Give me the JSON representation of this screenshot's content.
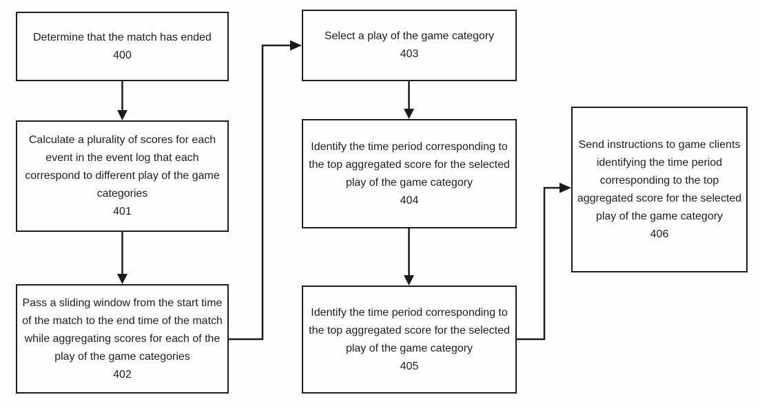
{
  "diagram": {
    "type": "flowchart",
    "background_color": "#fefefe",
    "line_color": "#1b1b1b",
    "boxes": [
      {
        "id": "400",
        "lines": [
          "Determine that the match has ended"
        ],
        "label": "400"
      },
      {
        "id": "401",
        "lines": [
          "Calculate a plurality of scores for each",
          "event in the event log that each",
          "correspond to different play of the game",
          "categories"
        ],
        "label": "401"
      },
      {
        "id": "402",
        "lines": [
          "Pass a sliding window from the start time",
          "of the match to the end time of the match",
          "while aggregating scores for each of the",
          "play of the game categories"
        ],
        "label": "402"
      },
      {
        "id": "403",
        "lines": [
          "Select a play of the game category"
        ],
        "label": "403"
      },
      {
        "id": "404",
        "lines": [
          "Identify the time period corresponding to",
          "the top aggregated score for the selected",
          "play of the game category"
        ],
        "label": "404"
      },
      {
        "id": "405",
        "lines": [
          "Identify the time period corresponding to",
          "the top aggregated score for the selected",
          "play of the game category"
        ],
        "label": "405"
      },
      {
        "id": "406",
        "lines": [
          "Send instructions to game clients",
          "identifying the time period",
          "corresponding to the top",
          "aggregated score for the selected",
          "play of the game category"
        ],
        "label": "406"
      }
    ],
    "connectors": [
      {
        "from": "400",
        "to": "401",
        "shape": "straight-down"
      },
      {
        "from": "401",
        "to": "402",
        "shape": "straight-down"
      },
      {
        "from": "402",
        "to": "403",
        "shape": "elbow-right-up-right"
      },
      {
        "from": "403",
        "to": "404",
        "shape": "straight-down"
      },
      {
        "from": "404",
        "to": "405",
        "shape": "straight-down"
      },
      {
        "from": "405",
        "to": "406",
        "shape": "elbow-right-up-right"
      }
    ]
  }
}
